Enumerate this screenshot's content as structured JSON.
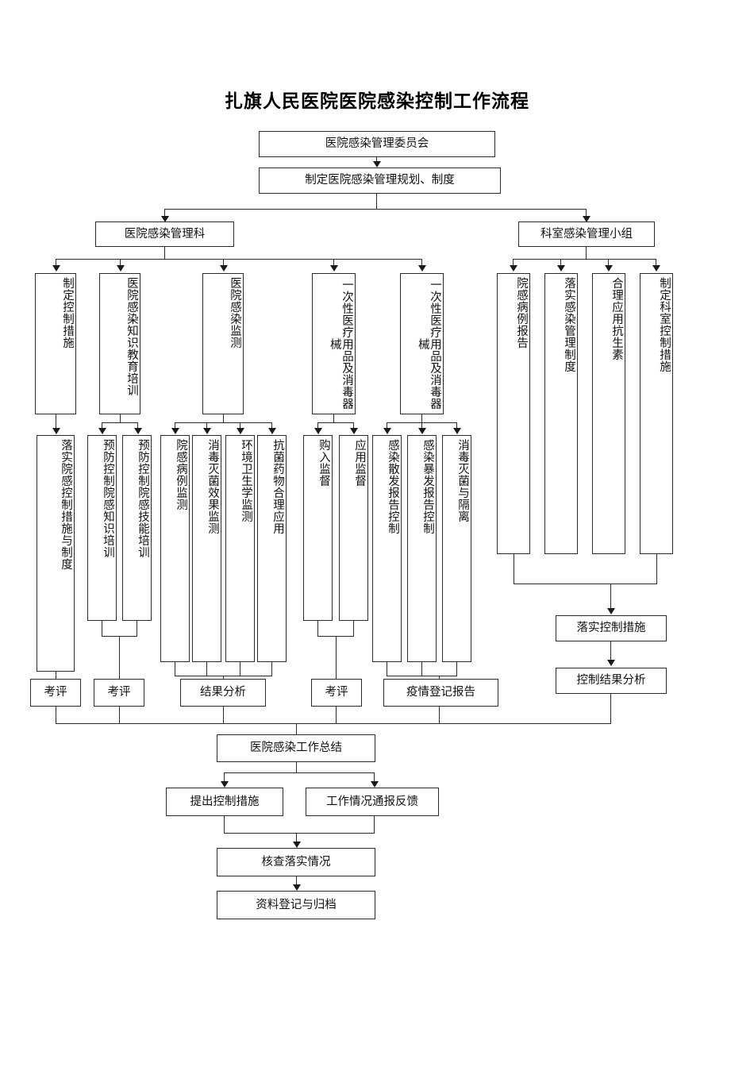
{
  "document": {
    "title": "扎旗人民医院医院感染控制工作流程"
  },
  "nodes": {
    "committee": "医院感染管理委员会",
    "planning": "制定医院感染管理规划、制度",
    "dept_infection_control": "医院感染管理科",
    "ward_infection_group": "科室感染管理小组",
    "l2": [
      "制定控制措施",
      "医院感染知识教育培训",
      "医院感染监测",
      "一次性医疗用品及消毒器械",
      "一次性医疗用品及消毒器械"
    ],
    "l2_right": [
      "院感病例报告",
      "落实感染管理制度",
      "合理应用抗生素",
      "制定科室控制措施"
    ],
    "l3": [
      "落实院感控制措施与制度",
      "预防控制院感知识培训",
      "预防控制院感技能培训",
      "院感病例监测",
      "消毒灭菌效果监测",
      "环境卫生学监测",
      "抗菌药物合理应用",
      "购入监督",
      "应用监督",
      "感染散发报告控制",
      "感染暴发报告控制",
      "消毒灭菌与隔离"
    ],
    "results": [
      "考评",
      "考评",
      "结果分析",
      "考评",
      "疫情登记报告"
    ],
    "right_chain": [
      "落实控制措施",
      "控制结果分析"
    ],
    "summary": "医院感染工作总结",
    "summary_children": [
      "提出控制措施",
      "工作情况通报反馈"
    ],
    "verify": "核查落实情况",
    "archive": "资料登记与归档"
  },
  "style": {
    "line_color": "#2a2a2a",
    "text_color": "#111111",
    "background": "#ffffff"
  }
}
